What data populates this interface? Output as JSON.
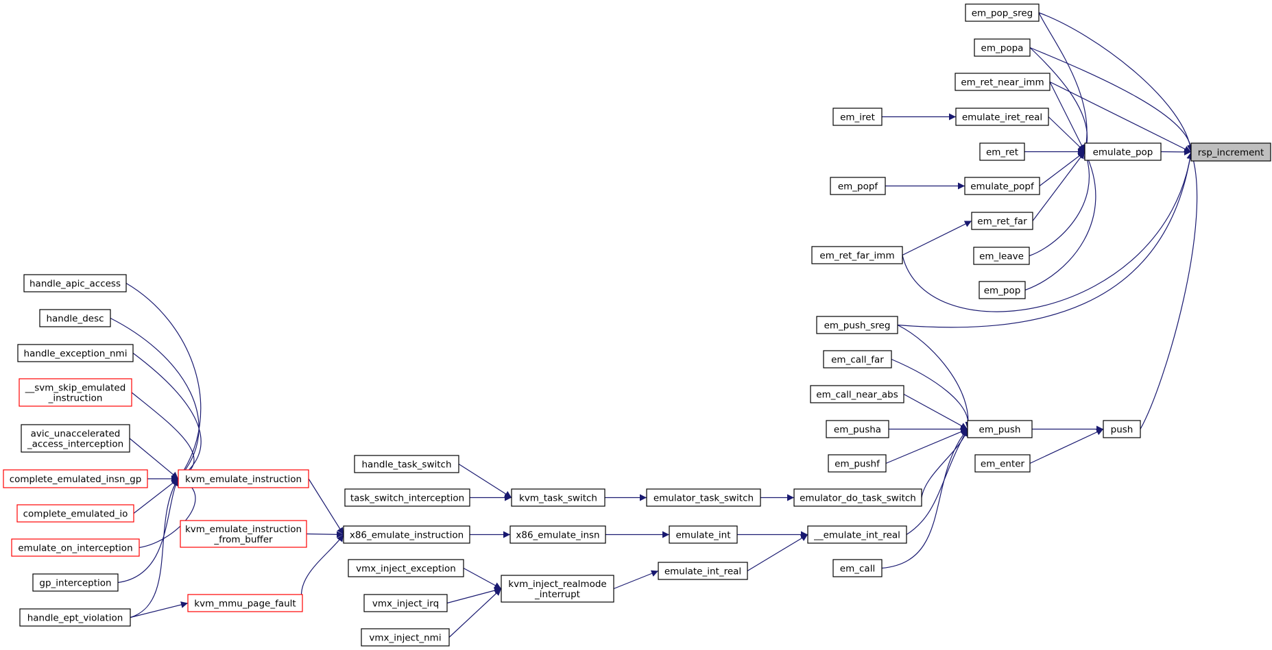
{
  "graph": {
    "title": "",
    "colors": {
      "edge": "#191970",
      "node_fill": "#ffffff",
      "node_stroke_default": "#000000",
      "node_stroke_truncated": "#ff0000",
      "root_fill": "#bfbfbf",
      "text": "#000000"
    },
    "nodes": [
      {
        "id": "rsp_increment",
        "lines": [
          "rsp_increment"
        ],
        "variant": "root"
      },
      {
        "id": "em_pop_sreg",
        "lines": [
          "em_pop_sreg"
        ]
      },
      {
        "id": "em_popa",
        "lines": [
          "em_popa"
        ]
      },
      {
        "id": "em_ret_near_imm",
        "lines": [
          "em_ret_near_imm"
        ]
      },
      {
        "id": "em_iret",
        "lines": [
          "em_iret"
        ]
      },
      {
        "id": "emulate_iret_real",
        "lines": [
          "emulate_iret_real"
        ]
      },
      {
        "id": "emulate_pop",
        "lines": [
          "emulate_pop"
        ]
      },
      {
        "id": "em_ret",
        "lines": [
          "em_ret"
        ]
      },
      {
        "id": "em_popf",
        "lines": [
          "em_popf"
        ]
      },
      {
        "id": "emulate_popf",
        "lines": [
          "emulate_popf"
        ]
      },
      {
        "id": "em_ret_far",
        "lines": [
          "em_ret_far"
        ]
      },
      {
        "id": "em_ret_far_imm",
        "lines": [
          "em_ret_far_imm"
        ]
      },
      {
        "id": "em_leave",
        "lines": [
          "em_leave"
        ]
      },
      {
        "id": "em_pop",
        "lines": [
          "em_pop"
        ]
      },
      {
        "id": "em_push_sreg",
        "lines": [
          "em_push_sreg"
        ]
      },
      {
        "id": "em_call_far",
        "lines": [
          "em_call_far"
        ]
      },
      {
        "id": "em_call_near_abs",
        "lines": [
          "em_call_near_abs"
        ]
      },
      {
        "id": "em_pusha",
        "lines": [
          "em_pusha"
        ]
      },
      {
        "id": "em_pushf",
        "lines": [
          "em_pushf"
        ]
      },
      {
        "id": "em_push",
        "lines": [
          "em_push"
        ]
      },
      {
        "id": "push",
        "lines": [
          "push"
        ]
      },
      {
        "id": "em_enter",
        "lines": [
          "em_enter"
        ]
      },
      {
        "id": "emulator_do_task_switch",
        "lines": [
          "emulator_do_task_switch"
        ]
      },
      {
        "id": "__emulate_int_real",
        "lines": [
          "__emulate_int_real"
        ]
      },
      {
        "id": "em_call",
        "lines": [
          "em_call"
        ]
      },
      {
        "id": "emulator_task_switch",
        "lines": [
          "emulator_task_switch"
        ]
      },
      {
        "id": "emulate_int",
        "lines": [
          "emulate_int"
        ]
      },
      {
        "id": "emulate_int_real",
        "lines": [
          "emulate_int_real"
        ]
      },
      {
        "id": "kvm_task_switch",
        "lines": [
          "kvm_task_switch"
        ]
      },
      {
        "id": "x86_emulate_insn",
        "lines": [
          "x86_emulate_insn"
        ]
      },
      {
        "id": "kvm_inject_realmode_interrupt",
        "lines": [
          "kvm_inject_realmode",
          "_interrupt"
        ]
      },
      {
        "id": "handle_task_switch",
        "lines": [
          "handle_task_switch"
        ]
      },
      {
        "id": "task_switch_interception",
        "lines": [
          "task_switch_interception"
        ]
      },
      {
        "id": "x86_emulate_instruction",
        "lines": [
          "x86_emulate_instruction"
        ]
      },
      {
        "id": "vmx_inject_exception",
        "lines": [
          "vmx_inject_exception"
        ]
      },
      {
        "id": "vmx_inject_irq",
        "lines": [
          "vmx_inject_irq"
        ]
      },
      {
        "id": "vmx_inject_nmi",
        "lines": [
          "vmx_inject_nmi"
        ]
      },
      {
        "id": "kvm_emulate_instruction",
        "lines": [
          "kvm_emulate_instruction"
        ],
        "variant": "truncated"
      },
      {
        "id": "kvm_emulate_instruction_from_buffer",
        "lines": [
          "kvm_emulate_instruction",
          "_from_buffer"
        ],
        "variant": "truncated"
      },
      {
        "id": "kvm_mmu_page_fault",
        "lines": [
          "kvm_mmu_page_fault"
        ],
        "variant": "truncated"
      },
      {
        "id": "handle_apic_access",
        "lines": [
          "handle_apic_access"
        ]
      },
      {
        "id": "handle_desc",
        "lines": [
          "handle_desc"
        ]
      },
      {
        "id": "handle_exception_nmi",
        "lines": [
          "handle_exception_nmi"
        ]
      },
      {
        "id": "__svm_skip_emulated_instruction",
        "lines": [
          "__svm_skip_emulated",
          "_instruction"
        ],
        "variant": "truncated"
      },
      {
        "id": "avic_unaccelerated_access_interception",
        "lines": [
          "avic_unaccelerated",
          "_access_interception"
        ]
      },
      {
        "id": "complete_emulated_insn_gp",
        "lines": [
          "complete_emulated_insn_gp"
        ],
        "variant": "truncated"
      },
      {
        "id": "complete_emulated_io",
        "lines": [
          "complete_emulated_io"
        ],
        "variant": "truncated"
      },
      {
        "id": "emulate_on_interception",
        "lines": [
          "emulate_on_interception"
        ],
        "variant": "truncated"
      },
      {
        "id": "gp_interception",
        "lines": [
          "gp_interception"
        ]
      },
      {
        "id": "handle_ept_violation",
        "lines": [
          "handle_ept_violation"
        ]
      }
    ],
    "edges": [
      [
        "em_pop_sreg",
        "rsp_increment"
      ],
      [
        "em_pop_sreg",
        "emulate_pop"
      ],
      [
        "em_popa",
        "rsp_increment"
      ],
      [
        "em_popa",
        "emulate_pop"
      ],
      [
        "em_ret_near_imm",
        "rsp_increment"
      ],
      [
        "em_ret_near_imm",
        "emulate_pop"
      ],
      [
        "em_iret",
        "emulate_iret_real"
      ],
      [
        "emulate_iret_real",
        "emulate_pop"
      ],
      [
        "em_ret",
        "emulate_pop"
      ],
      [
        "emulate_pop",
        "rsp_increment"
      ],
      [
        "em_popf",
        "emulate_popf"
      ],
      [
        "emulate_popf",
        "emulate_pop"
      ],
      [
        "em_ret_far",
        "emulate_pop"
      ],
      [
        "em_ret_far_imm",
        "em_ret_far"
      ],
      [
        "em_ret_far_imm",
        "rsp_increment"
      ],
      [
        "em_leave",
        "emulate_pop"
      ],
      [
        "em_pop",
        "emulate_pop"
      ],
      [
        "em_push_sreg",
        "rsp_increment"
      ],
      [
        "em_push_sreg",
        "em_push"
      ],
      [
        "em_call_far",
        "em_push"
      ],
      [
        "em_call_near_abs",
        "em_push"
      ],
      [
        "em_pusha",
        "em_push"
      ],
      [
        "em_pushf",
        "em_push"
      ],
      [
        "em_push",
        "push"
      ],
      [
        "push",
        "rsp_increment"
      ],
      [
        "em_enter",
        "push"
      ],
      [
        "emulator_do_task_switch",
        "em_push"
      ],
      [
        "__emulate_int_real",
        "em_push"
      ],
      [
        "em_call",
        "em_push"
      ],
      [
        "emulator_task_switch",
        "emulator_do_task_switch"
      ],
      [
        "emulate_int",
        "__emulate_int_real"
      ],
      [
        "emulate_int_real",
        "__emulate_int_real"
      ],
      [
        "kvm_task_switch",
        "emulator_task_switch"
      ],
      [
        "x86_emulate_insn",
        "emulate_int"
      ],
      [
        "kvm_inject_realmode_interrupt",
        "emulate_int_real"
      ],
      [
        "handle_task_switch",
        "kvm_task_switch"
      ],
      [
        "task_switch_interception",
        "kvm_task_switch"
      ],
      [
        "x86_emulate_instruction",
        "x86_emulate_insn"
      ],
      [
        "vmx_inject_exception",
        "kvm_inject_realmode_interrupt"
      ],
      [
        "vmx_inject_irq",
        "kvm_inject_realmode_interrupt"
      ],
      [
        "vmx_inject_nmi",
        "kvm_inject_realmode_interrupt"
      ],
      [
        "kvm_emulate_instruction",
        "x86_emulate_instruction"
      ],
      [
        "kvm_emulate_instruction_from_buffer",
        "x86_emulate_instruction"
      ],
      [
        "kvm_mmu_page_fault",
        "x86_emulate_instruction"
      ],
      [
        "handle_apic_access",
        "kvm_emulate_instruction"
      ],
      [
        "handle_desc",
        "kvm_emulate_instruction"
      ],
      [
        "handle_exception_nmi",
        "kvm_emulate_instruction"
      ],
      [
        "__svm_skip_emulated_instruction",
        "kvm_emulate_instruction"
      ],
      [
        "avic_unaccelerated_access_interception",
        "kvm_emulate_instruction"
      ],
      [
        "complete_emulated_insn_gp",
        "kvm_emulate_instruction"
      ],
      [
        "complete_emulated_io",
        "kvm_emulate_instruction"
      ],
      [
        "emulate_on_interception",
        "kvm_emulate_instruction"
      ],
      [
        "gp_interception",
        "kvm_emulate_instruction"
      ],
      [
        "handle_ept_violation",
        "kvm_emulate_instruction"
      ],
      [
        "handle_ept_violation",
        "kvm_mmu_page_fault"
      ]
    ]
  }
}
